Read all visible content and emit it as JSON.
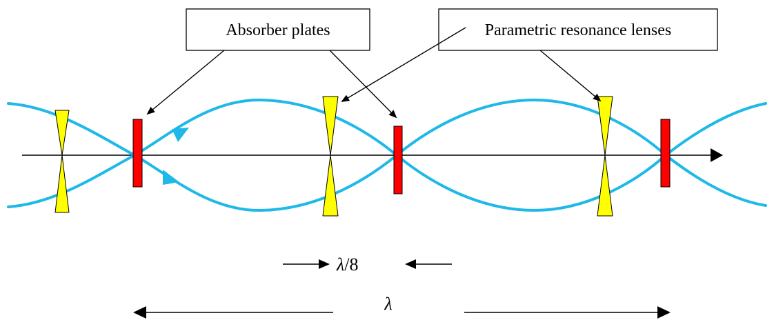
{
  "callouts": {
    "absorber_label": "Absorber plates",
    "lens_label": "Parametric resonance lenses"
  },
  "dimensions": {
    "small_spacing": {
      "symbol": "λ",
      "suffix": "/8"
    },
    "period": {
      "symbol": "λ"
    }
  },
  "colors": {
    "beam": "#1EB9E8",
    "absorber_plate": "#FF0000",
    "lens": "#FFFF00",
    "outline": "#000000"
  },
  "icons": {
    "absorber": "red-rectangular-plate",
    "lens": "yellow-bowtie-lens",
    "beam_direction": "cyan-triangle-arrow"
  }
}
